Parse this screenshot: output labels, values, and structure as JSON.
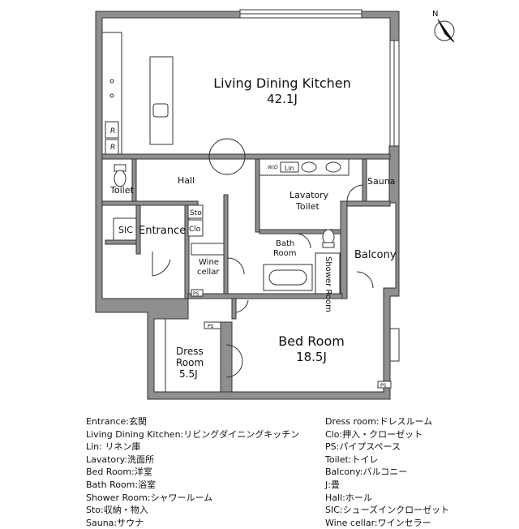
{
  "rooms": {
    "ldk_name": "Living Dining Kitchen",
    "ldk_size": "42.1J",
    "hall": "Hall",
    "toilet": "Toilet",
    "lavatory": "Lavatory",
    "lavatory_toilet": "Toilet",
    "sauna": "Sauna",
    "sic": "SIC",
    "entrance": "Entrance",
    "sto": "Sto",
    "clo": "Clo",
    "wine_line1": "Wine",
    "wine_line2": "cellar",
    "bath_line1": "Bath",
    "bath_line2": "Room",
    "shower": "Shower Room",
    "balcony": "Balcony",
    "dress_line1": "Dress",
    "dress_line2": "Room",
    "dress_size": "5.5J",
    "bed_name": "Bed Room",
    "bed_size": "18.5J",
    "lin": "Lin",
    "wd": "W/D",
    "ps": "PS",
    "fridge": "R",
    "compass": "N"
  },
  "legend": {
    "left": [
      "Entrance:玄関",
      "Living Dining Kitchen:リビングダイニングキッチン",
      "Lin: リネン庫",
      "Lavatory:洗面所",
      "Bed Room:洋室",
      "Bath Room:浴室",
      "Shower Room:シャワールーム",
      "Sto:収納・物入",
      "Sauna:サウナ"
    ],
    "right": [
      "Dress room:ドレスルーム",
      "Clo:押入・クローゼット",
      "PS:パイプスペース",
      "Toilet:トイレ",
      "Balcony:バルコニー",
      "J:畳",
      "Hall:ホール",
      "SIC:シューズインクローゼット",
      "Wine cellar:ワインセラー"
    ]
  },
  "colors": {
    "wall": "#8f8f8f",
    "line": "#333333",
    "background": "#ffffff"
  }
}
